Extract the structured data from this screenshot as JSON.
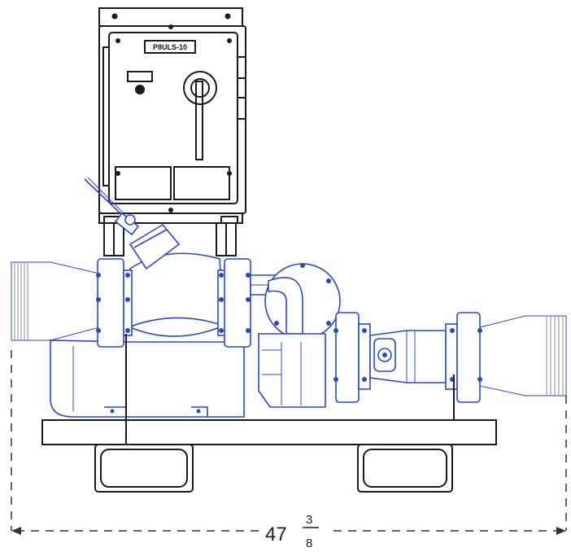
{
  "panel": {
    "nameplate": "P8ULS-10"
  },
  "dimension": {
    "whole": "47",
    "fraction_numerator": "3",
    "fraction_denominator": "8"
  },
  "colors": {
    "pump_outline": "#2a4bb5",
    "frame_outline": "#1a1a1a",
    "background": "#ffffff"
  }
}
